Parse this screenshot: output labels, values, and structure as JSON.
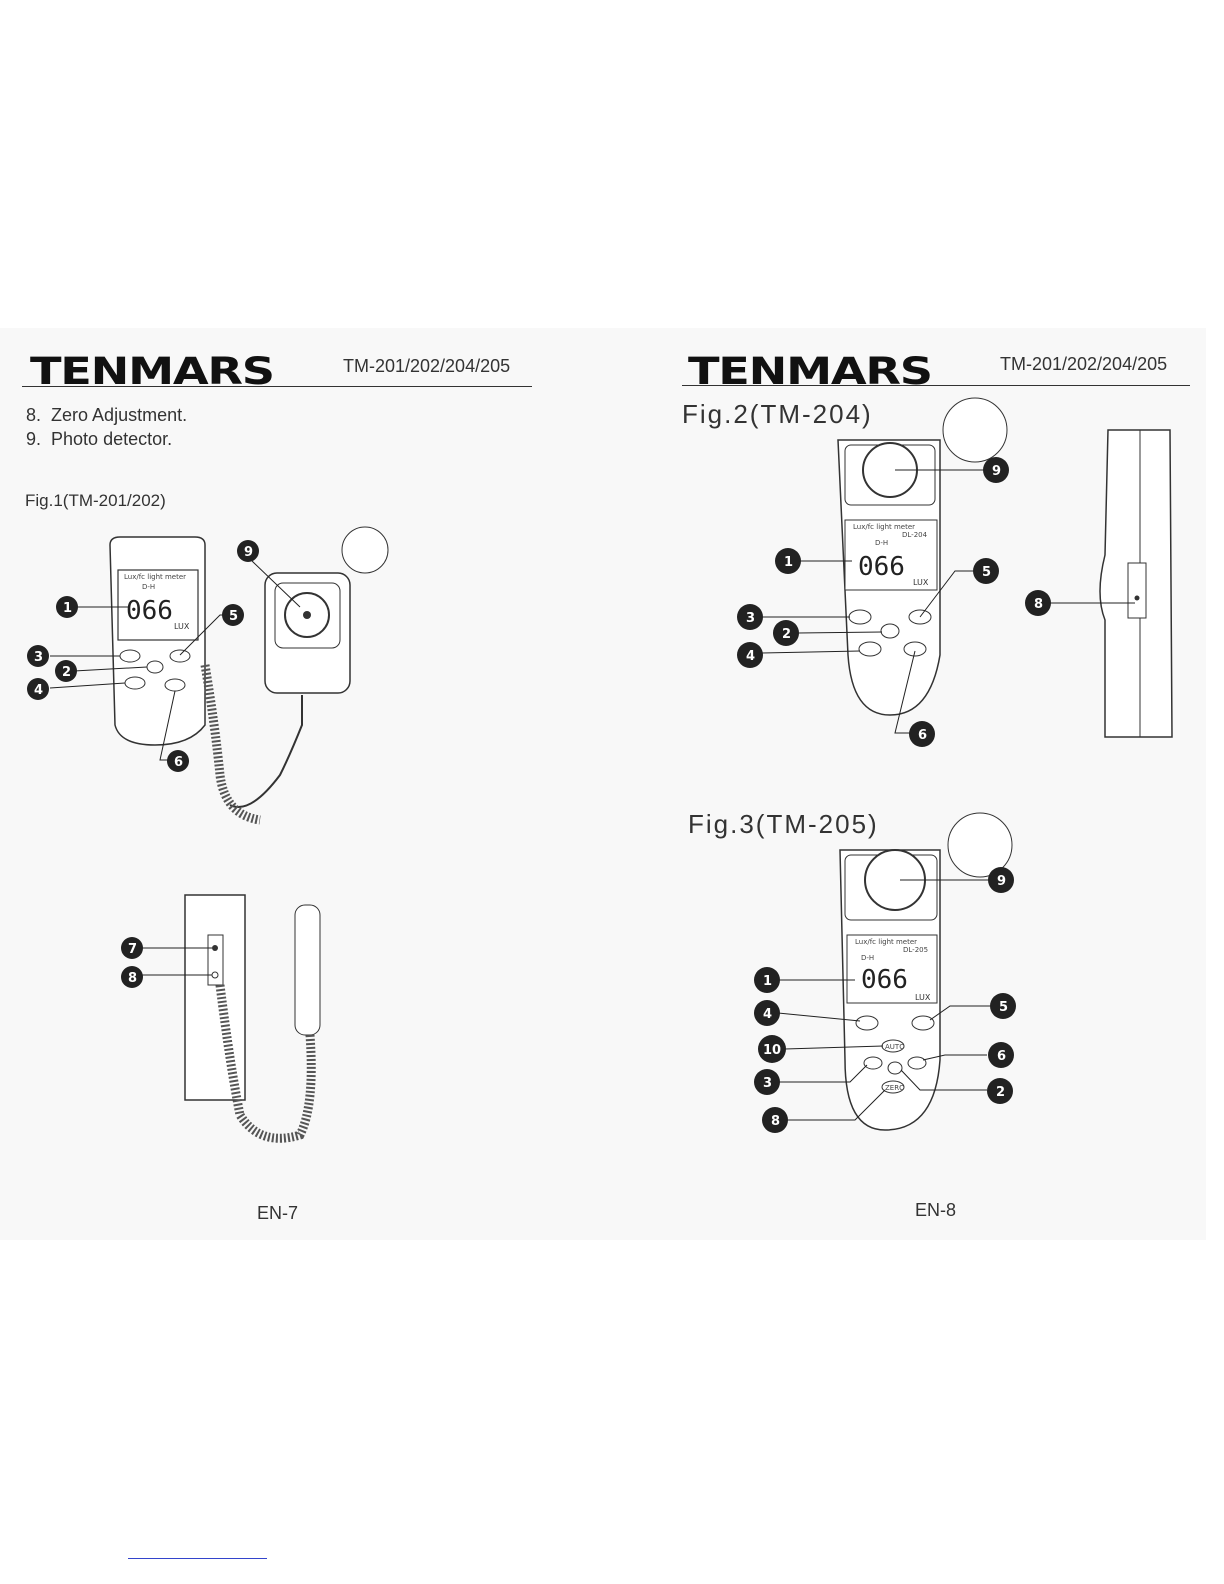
{
  "left_page": {
    "brand": "TENMARS",
    "model": "TM-201/202/204/205",
    "items": [
      {
        "num": "8.",
        "text": "Zero Adjustment."
      },
      {
        "num": "9.",
        "text": "Photo detector."
      }
    ],
    "fig1_caption": "Fig.1(TM-201/202)",
    "page_number": "EN-7"
  },
  "right_page": {
    "brand": "TENMARS",
    "model": "TM-201/202/204/205",
    "fig2_caption": "Fig.2(TM-204)",
    "fig3_caption": "Fig.3(TM-205)",
    "page_number": "EN-8"
  },
  "meter": {
    "display_value": "066",
    "unit": "LUX",
    "range_label": "D-H",
    "title": "Lux/fc light meter",
    "model_204": "DL-204",
    "model_205": "DL-205"
  },
  "callouts": {
    "fig1": [
      "1",
      "2",
      "3",
      "4",
      "5",
      "6",
      "9"
    ],
    "fig1_side": [
      "7",
      "8"
    ],
    "fig2": [
      "1",
      "2",
      "3",
      "4",
      "5",
      "6",
      "8",
      "9"
    ],
    "fig3": [
      "1",
      "2",
      "3",
      "4",
      "5",
      "6",
      "8",
      "9",
      "10"
    ]
  },
  "button_labels": [
    "AUTO",
    "ZERO"
  ]
}
